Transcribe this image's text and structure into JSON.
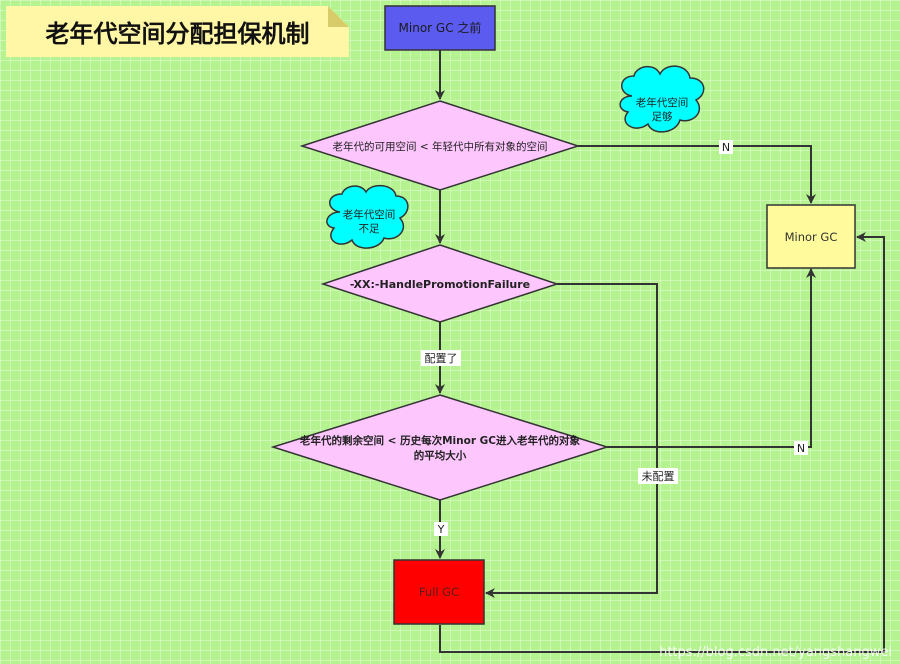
{
  "title": "老年代空间分配担保机制",
  "nodes": {
    "start": "Minor GC 之前",
    "cond1": "老年代的可用空间  <   年轻代中所有对象的空间",
    "cond2": "-XX:-HandlePromotionFailure",
    "cond3_line1": "老年代的剩余空间 <   历史每次Minor GC进入老年代的对象",
    "cond3_line2": "的平均大小",
    "minor_gc": "Minor GC",
    "full_gc": "Full GC",
    "cloud_enough_line1": "老年代空间",
    "cloud_enough_line2": "足够",
    "cloud_short_line1": "老年代空间",
    "cloud_short_line2": "不足"
  },
  "edge_labels": {
    "n1": "N",
    "configured": "配置了",
    "n2": "N",
    "not_configured": "未配置",
    "y": "Y"
  },
  "watermark": "https://blog.csdn.net/yangshangwei",
  "colors": {
    "start_fill": "#5b5bf0",
    "diamond_fill": "#fdc6fd",
    "minor_fill": "#fffb9c",
    "full_fill": "#ff0000",
    "cloud_fill": "#00ffff",
    "stroke": "#3a3a3a"
  }
}
